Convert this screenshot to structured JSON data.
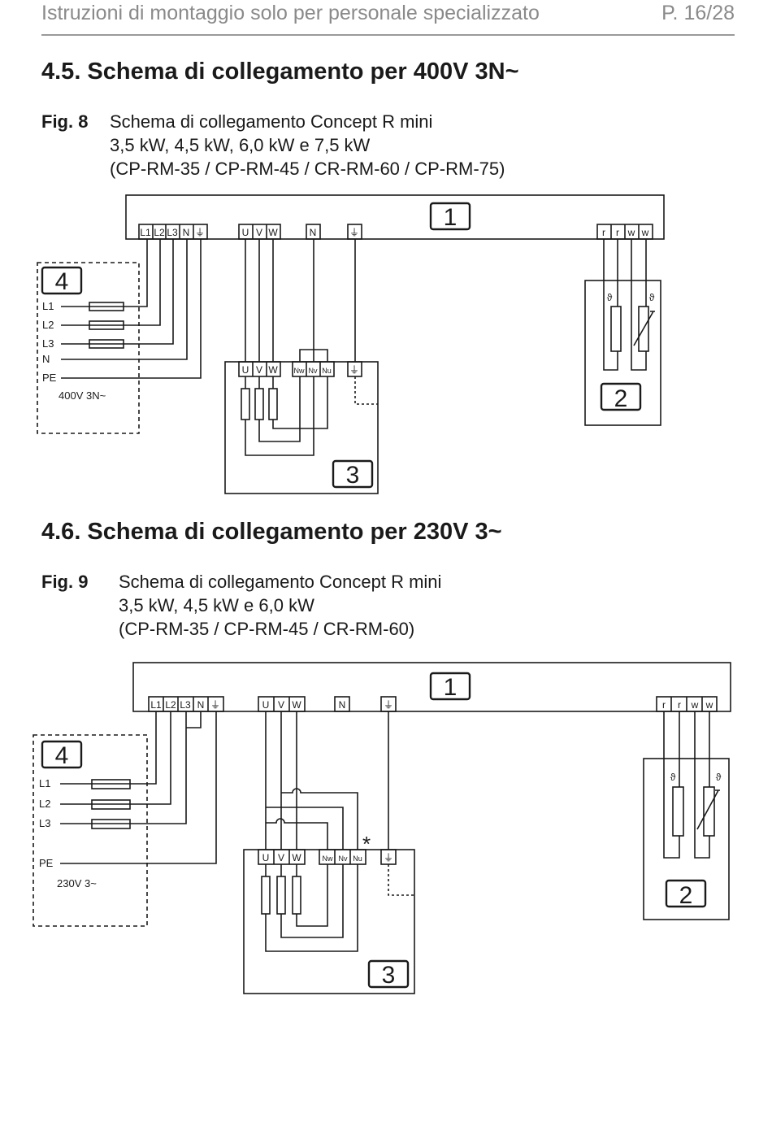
{
  "header": {
    "title": "Istruzioni di montaggio solo per personale specializzato",
    "page": "P. 16/28"
  },
  "section_1": {
    "title": "4.5. Schema di collegamento per 400V 3N~",
    "fig_label": "Fig. 8",
    "fig_lines": [
      "Schema di collegamento Concept R mini",
      "3,5 kW, 4,5 kW, 6,0 kW e 7,5 kW",
      "(CP-RM-35 / CP-RM-45 / CR-RM-60 / CP-RM-75)"
    ],
    "supply_label": "400V 3N~",
    "supply_lines": [
      "L1",
      "L2",
      "L3",
      "N",
      "PE"
    ]
  },
  "section_2": {
    "title": "4.6. Schema di collegamento per 230V 3~",
    "fig_label": "Fig. 9",
    "fig_lines": [
      "Schema di collegamento Concept R mini",
      "3,5 kW, 4,5 kW e 6,0 kW",
      "(CP-RM-35 / CP-RM-45 / CR-RM-60)"
    ],
    "supply_label": "230V 3~",
    "supply_lines": [
      "L1",
      "L2",
      "L3",
      "PE"
    ],
    "asterisk": "*"
  },
  "box_numbers": [
    "1",
    "2",
    "3",
    "4"
  ],
  "terminals": {
    "supply": [
      "L1",
      "L2",
      "L3",
      "N",
      "⏚"
    ],
    "motor": [
      "U",
      "V",
      "W"
    ],
    "neutral": "N",
    "earth": "⏚",
    "sensors": [
      "r",
      "r",
      "w",
      "w"
    ],
    "heater_neutral": [
      "Nw",
      "Nv",
      "Nu"
    ],
    "theta": "ϑ"
  }
}
